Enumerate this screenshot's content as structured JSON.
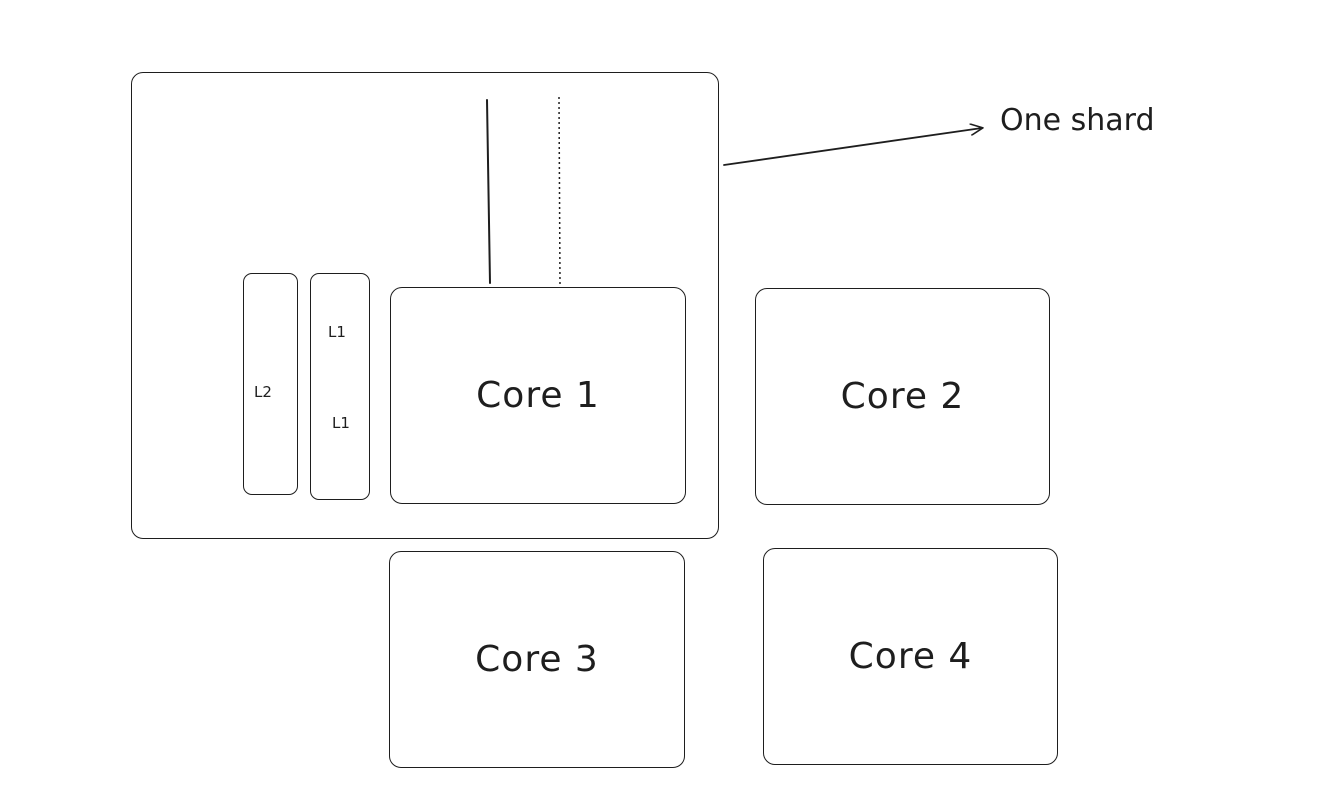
{
  "diagram": {
    "shard_label": "One shard",
    "cores": [
      {
        "label": "Core 1"
      },
      {
        "label": "Core 2"
      },
      {
        "label": "Core 3"
      },
      {
        "label": "Core 4"
      }
    ],
    "caches": {
      "l2": "L2",
      "l1_top": "L1",
      "l1_bottom": "L1"
    },
    "stroke_color": "#1e1e1e"
  }
}
